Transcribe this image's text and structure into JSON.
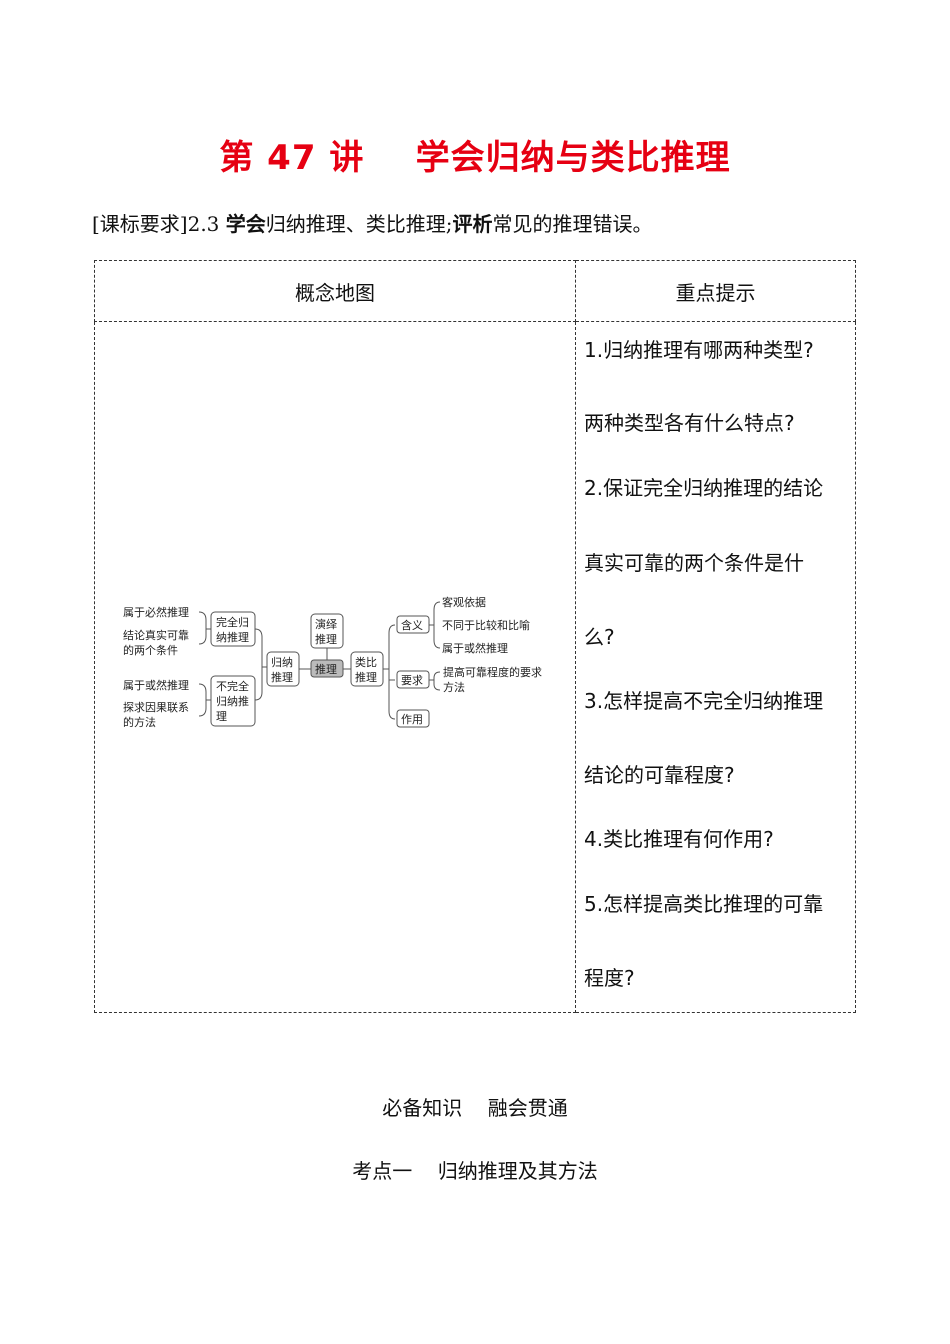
{
  "title": "第 47 讲    学会归纳与类比推理",
  "requirement": {
    "prefix": "[课标要求]2.3 ",
    "bold1": "学会",
    "mid": "归纳推理、类比推理;",
    "bold2": "评析",
    "suffix": "常见的推理错误。"
  },
  "table": {
    "header_map": "概念地图",
    "header_tips": "重点提示",
    "tips": [
      "1.归纳推理有哪两种类型?",
      "两种类型各有什么特点?",
      "2.保证完全归纳推理的结论",
      "真实可靠的两个条件是什",
      "么?",
      "3.怎样提高不完全归纳推理",
      "结论的可靠程度?",
      "4.类比推理有何作用?",
      "5.怎样提高类比推理的可靠",
      "程度?"
    ]
  },
  "concept_map": {
    "left_notes": [
      "属于必然推理",
      "结论真实可靠",
      "的两个条件",
      "属于或然推理",
      "探求因果联系",
      "的方法"
    ],
    "complete": [
      "完全归",
      "纳推理"
    ],
    "incomplete": [
      "不完全",
      "归纳推",
      "理"
    ],
    "inductive": [
      "归纳",
      "推理"
    ],
    "deductive": [
      "演绎",
      "推理"
    ],
    "center": "推理",
    "analogy": [
      "类比",
      "推理"
    ],
    "meaning": "含义",
    "requirement": "要求",
    "function": "作用",
    "meaning_items": [
      "客观依据",
      "不同于比较和比喻",
      "属于或然推理"
    ],
    "requirement_items": [
      "提高可靠程度的要求",
      "方法"
    ]
  },
  "section": {
    "heading": "必备知识    融会贯通",
    "subheading": "考点一    归纳推理及其方法"
  }
}
